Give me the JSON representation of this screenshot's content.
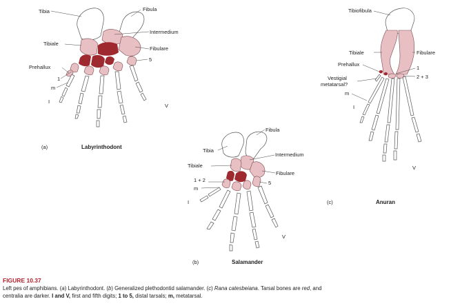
{
  "colors": {
    "tarsal": "#e8bfc3",
    "centrale": "#9e2a2f",
    "bone_stroke": "#555555",
    "caption_heading": "#b3202a"
  },
  "panels": {
    "a": {
      "letter": "(a)",
      "title": "Labyrinthodont",
      "labels": {
        "tibia": "Tibia",
        "fibula": "Fibula",
        "intermedium": "Intermedium",
        "tibiale": "Tibiale",
        "fibulare": "Fibulare",
        "prehallux": "Prehallux",
        "five": "5",
        "one": "1",
        "m": "m",
        "digit_one": "I",
        "digit_five": "V"
      }
    },
    "b": {
      "letter": "(b)",
      "title": "Salamander",
      "labels": {
        "fibula": "Fibula",
        "tibia": "Tibia",
        "intermedium": "Intermedium",
        "tibiale": "Tibiale",
        "fibulare": "Fibulare",
        "one_two": "1 + 2",
        "m": "m",
        "five": "5",
        "digit_one": "I",
        "digit_five": "V"
      }
    },
    "c": {
      "letter": "(c)",
      "title": "Anuran",
      "labels": {
        "tibiofibula": "Tibiofibula",
        "tibiale": "Tibiale",
        "fibulare": "Fibulare",
        "prehallux": "Prehallux",
        "one": "1",
        "vestigial_1": "Vestigial",
        "vestigial_2": "metatarsal?",
        "two_three": "2 + 3",
        "m": "m",
        "digit_one": "I",
        "digit_five": "V"
      }
    }
  },
  "caption": {
    "figure_number": "FIGURE 10.37",
    "line1_a": "Left pes of amphibians. (",
    "a_letter": "a",
    "line1_b": ") Labyrinthodont. (",
    "b_letter": "b",
    "line1_c": ") Generalized plethodontid salamander. (",
    "c_letter": "c",
    "line1_d": ") ",
    "species": "Rana catesbeiana",
    "line1_e": ". Tarsal bones are ",
    "red_word": "red",
    "line1_f": ", and",
    "line2_a": "centralia are darker. ",
    "bold_digits": "I and V,",
    "line2_b": " first and fifth digits; ",
    "bold_tarsals": "1 to 5,",
    "line2_c": " distal tarsals; ",
    "bold_m": "m,",
    "line2_d": " metatarsal."
  }
}
